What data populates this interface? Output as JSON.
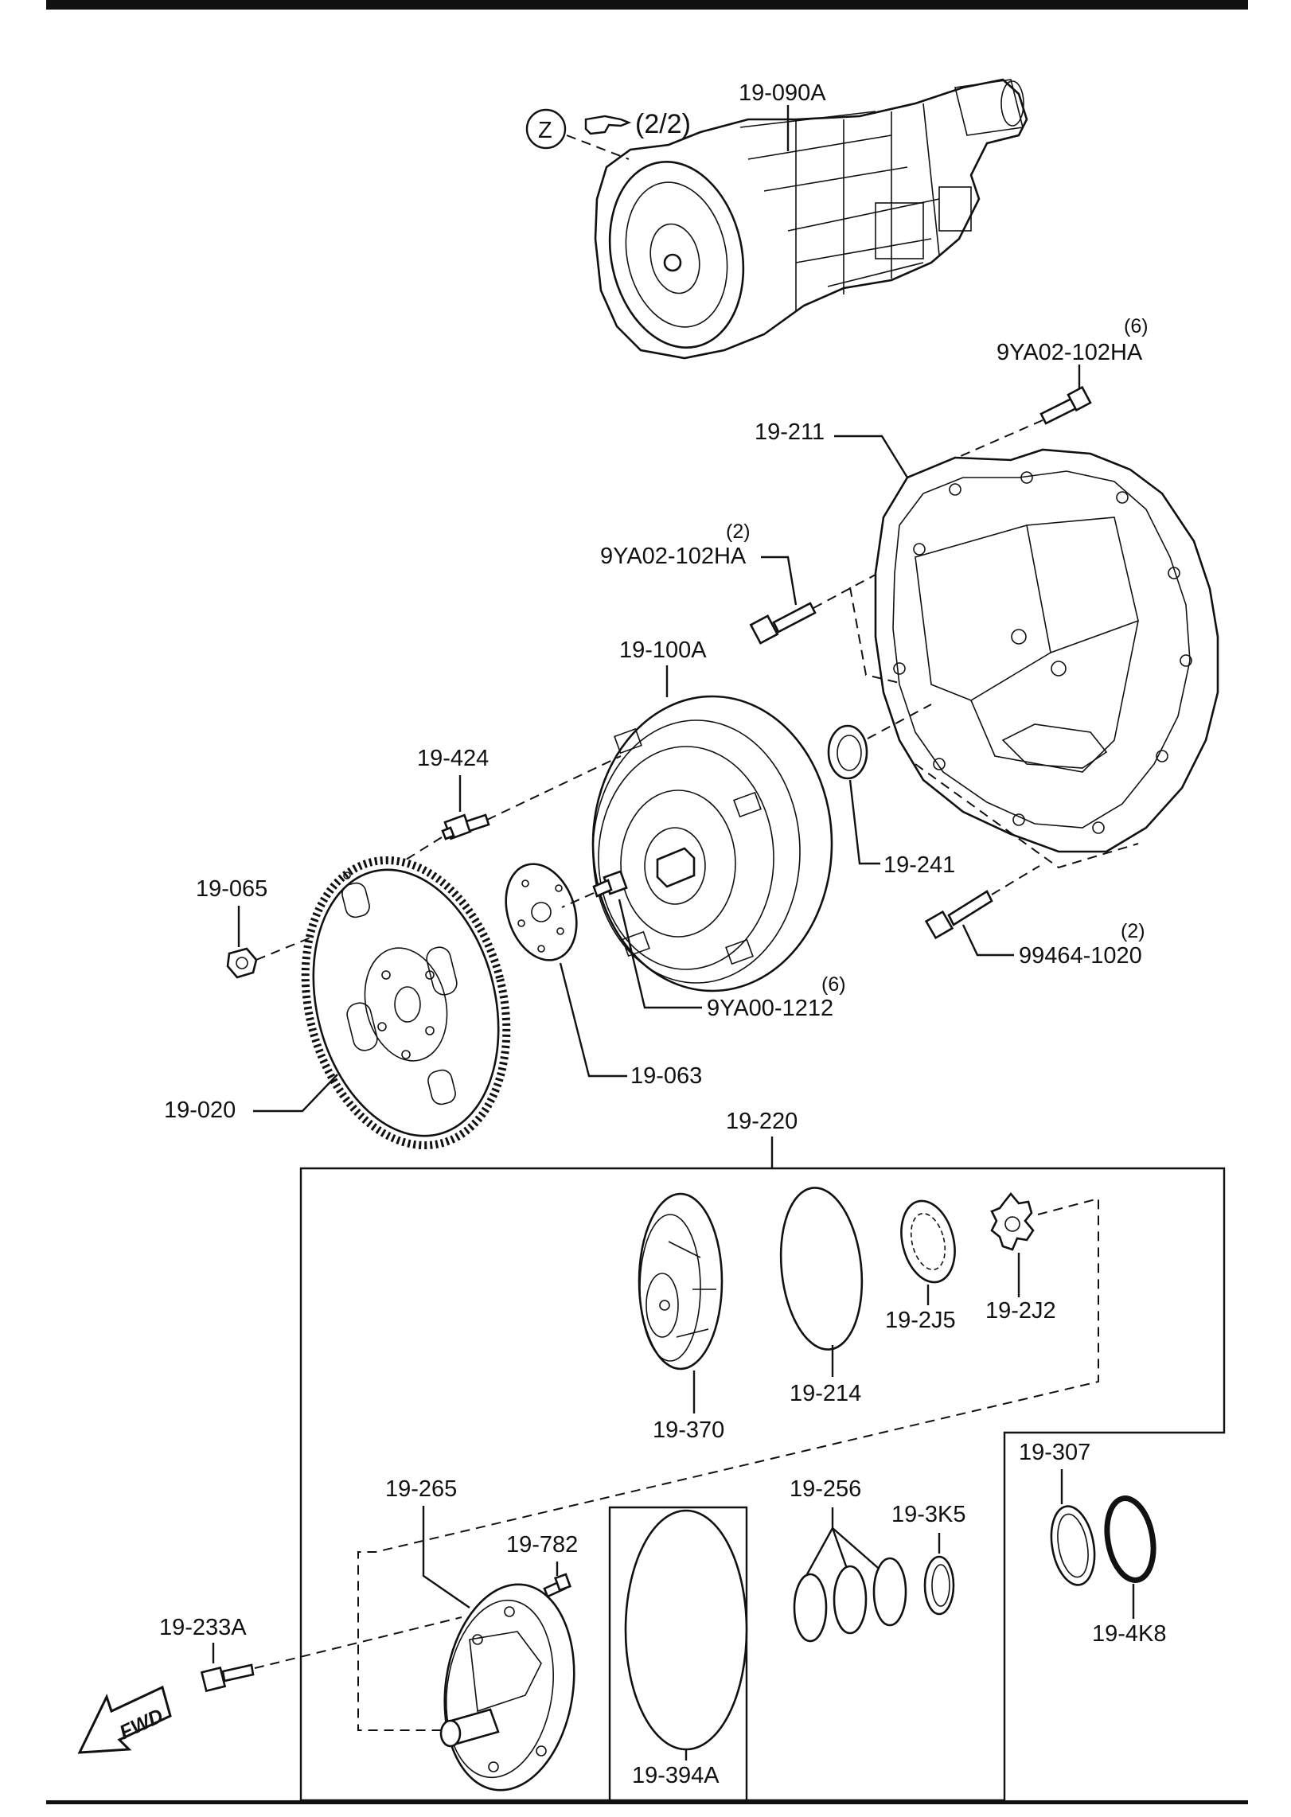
{
  "labels": {
    "ref_circle": "Z",
    "ref_page": "(2/2)",
    "transmission": "19-090A",
    "bolt_top_qty": "(6)",
    "bolt_top": "9YA02-102HA",
    "housing": "19-211",
    "bolt_mid_qty": "(2)",
    "bolt_mid": "9YA02-102HA",
    "converter": "19-100A",
    "stud": "19-424",
    "seal": "19-241",
    "nut": "19-065",
    "bolt_low_qty": "(2)",
    "bolt_low": "99464-1020",
    "bolt_conv_qty": "(6)",
    "bolt_conv": "9YA00-1212",
    "plate": "19-063",
    "flexplate": "19-020",
    "pump_assy": "19-220",
    "stator_support": "19-370",
    "oring_large": "19-214",
    "gear_outer": "19-2J5",
    "gear_inner": "19-2J2",
    "pump_body": "19-265",
    "screw": "19-782",
    "bolt_pump": "19-233A",
    "gasket": "19-394A",
    "rings": "19-256",
    "ring_small": "19-3K5",
    "seal_kit": "19-307",
    "seal_ring": "19-4K8",
    "fwd": "FWD"
  }
}
